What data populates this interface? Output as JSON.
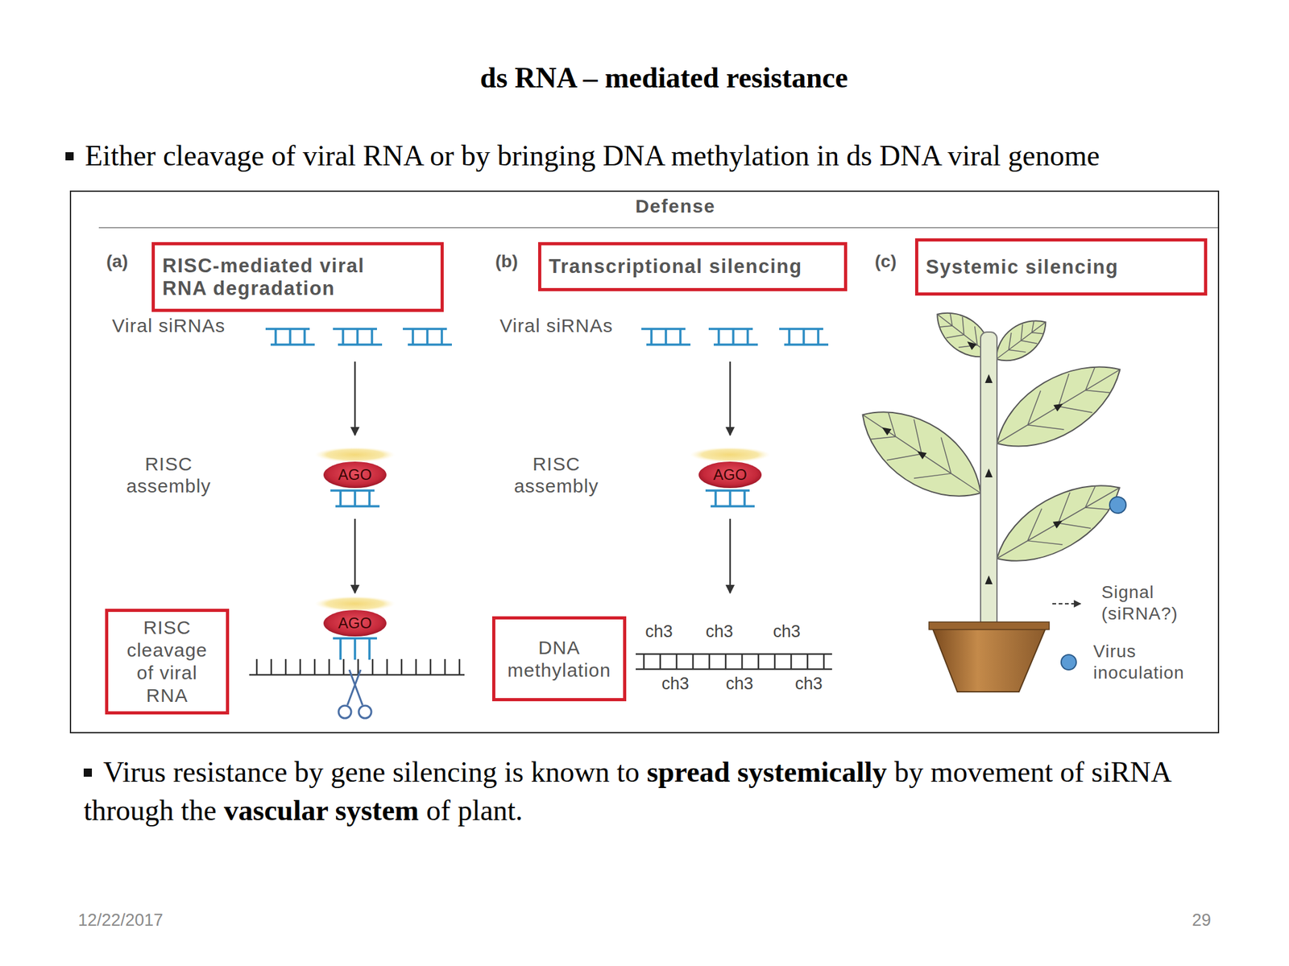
{
  "diagram": {
    "title": "ds RNA – mediated resistance",
    "nodes": [
      {
        "text": [
          "Defense"
        ]
      },
      {
        "text": [
          "RISC-mediated viral RNA degradation"
        ],
        "in": 0
      },
      {
        "text": [
          "Transcriptional silencing"
        ],
        "in": 0
      },
      {
        "text": [
          "Systemic silencing"
        ],
        "in": 0
      },
      {
        "text": [
          "RISC cleavage of viral RNA"
        ],
        "in": 0
      },
      {
        "text": [
          "DNA methylation"
        ],
        "in": 0
      }
    ],
    "labels": [
      "Either cleavage of viral RNA or by bringing DNA methylation in ds DNA viral genome",
      "(a)",
      "(b)",
      "(c)",
      "Viral siRNAs",
      "Viral siRNAs",
      "RISC assembly",
      "RISC assembly",
      "AGO",
      "AGO",
      "AGO",
      "ch3",
      "ch3",
      "ch3",
      "ch3",
      "ch3",
      "ch3",
      "Virus resistance by gene silencing is known to",
      "spread systemically",
      "by movement of siRNA through the",
      "vascular system",
      "of plant.",
      "12/22/2017",
      "29"
    ],
    "legend": [
      {
        "text": "Signal (siRNA?)"
      },
      {
        "text": "Virus inoculation",
        "color": "#5b9bd5"
      }
    ]
  }
}
